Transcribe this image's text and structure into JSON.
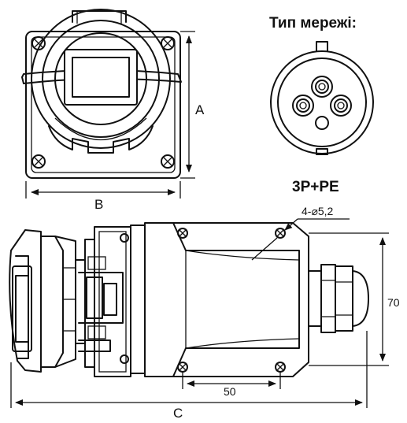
{
  "labels": {
    "network_type": "Тип мережі:",
    "configuration": "3P+PE",
    "dim_a": "A",
    "dim_b": "B",
    "dim_c": "C",
    "holes": "4-⌀5,2",
    "dim_70": "70",
    "dim_50": "50"
  }
}
